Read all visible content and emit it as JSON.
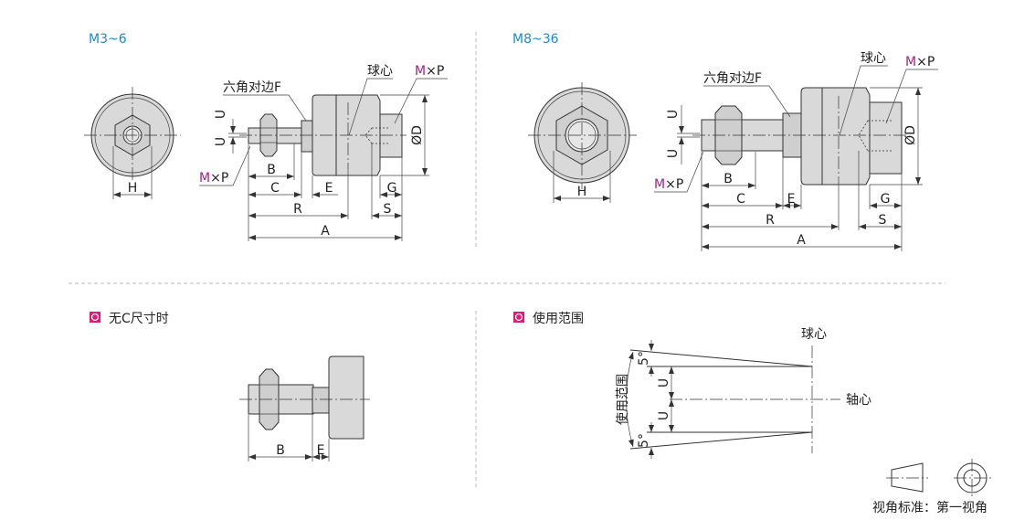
{
  "panels": {
    "small": {
      "title": "M3~6",
      "hex_label": "六角对边F",
      "ball_center": "球心",
      "thread_m": "M",
      "thread_p": "×P",
      "dims": {
        "U": "U",
        "H": "H",
        "B": "B",
        "C": "C",
        "E": "E",
        "R": "R",
        "A": "A",
        "G": "G",
        "S": "S",
        "D": "ØD"
      }
    },
    "large": {
      "title": "M8~36",
      "hex_label": "六角对边F",
      "ball_center": "球心",
      "thread_m": "M",
      "thread_p": "×P",
      "dims": {
        "U": "U",
        "H": "H",
        "B": "B",
        "C": "C",
        "E": "E",
        "R": "R",
        "A": "A",
        "G": "G",
        "S": "S",
        "D": "ØD"
      }
    },
    "no_c": {
      "title": "无C尺寸时",
      "dims": {
        "B": "B",
        "E": "E"
      }
    },
    "range": {
      "title": "使用范围",
      "ball_center": "球心",
      "axis_center": "轴心",
      "range_label": "使用范围",
      "angle": "5°",
      "U": "U"
    }
  },
  "projection": {
    "label": "视角标准：第一视角"
  },
  "colors": {
    "title": "#1a8ccc",
    "accent": "#e6176f",
    "thread": "#a0237f"
  }
}
